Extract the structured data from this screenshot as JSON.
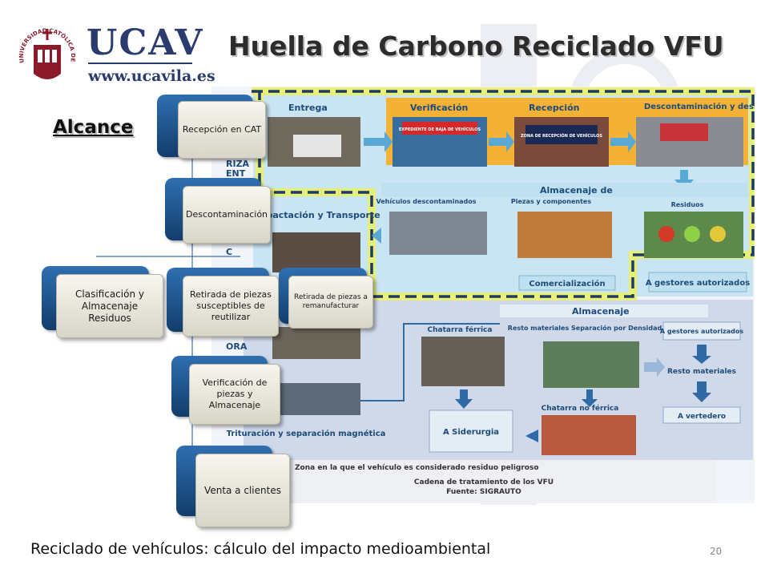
{
  "logo": {
    "brand": "UCAV",
    "url": "www.ucavila.es",
    "seal_text": "UNIVERSIDAD CATÓLICA DE ÁVILA"
  },
  "title": "Huella de Carbono Reciclado VFU",
  "section_label": "Alcance",
  "flow": {
    "steps": [
      "Recepción en CAT",
      "Descontaminación",
      "Clasificación y Almacenaje Residuos",
      "Retirada de piezas susceptibles de reutilizar",
      "Retirada de piezas a remanufacturar",
      "Verificación de piezas y Almacenaje",
      "Venta a clientes"
    ]
  },
  "diagram": {
    "top_row": [
      "Entrega",
      "Verificación",
      "Recepción",
      "Descontaminación y desmontaje"
    ],
    "photo_captions": [
      "EXPEDIENTE DE BAJA DE VEHÍCULOS",
      "ZONA DE RECEPCIÓN DE VEHÍCULOS"
    ],
    "side_labels": [
      "RIZA",
      "ENT",
      "C",
      "ORA"
    ],
    "almacenaje_de": "Almacenaje de",
    "almacenaje_items": [
      "Vehículos descontaminados",
      "Piezas y componentes",
      "Residuos"
    ],
    "compactacion": "Compactación y Transporte",
    "comercializacion": "Comercialización",
    "gestores_top": "A gestores autorizados",
    "almacenaje": "Almacenaje",
    "chatarra_ferrica": "Chatarra férrica",
    "resto_materiales_sep": "Resto materiales Separación por Densidad",
    "gestores_right": "A gestores autorizados",
    "resto_materiales": "Resto materiales",
    "chatarra_no_ferrica": "Chatarra no férrica",
    "vertedero": "A vertedero",
    "siderurgia": "A Siderurgia",
    "trituracion": "Trituración y separación magnética",
    "legend": "Zona en la que el vehículo es considerado residuo peligroso",
    "caption_1": "Cadena de tratamiento de los VFU",
    "caption_2": "Fuente: SIGRAUTO"
  },
  "footer": "Reciclado de vehículos: cálculo del impacto medioambiental",
  "page_number": "20",
  "colors": {
    "navy": "#2a3b6e",
    "maroon": "#8b1a2b",
    "dashed_zone": "#1f3a63",
    "yellow_glow": "#e9f06a",
    "orange_band": "#f3b136",
    "light_blue_panel": "#c9e4f2",
    "lower_panel": "#cfd9ea"
  }
}
